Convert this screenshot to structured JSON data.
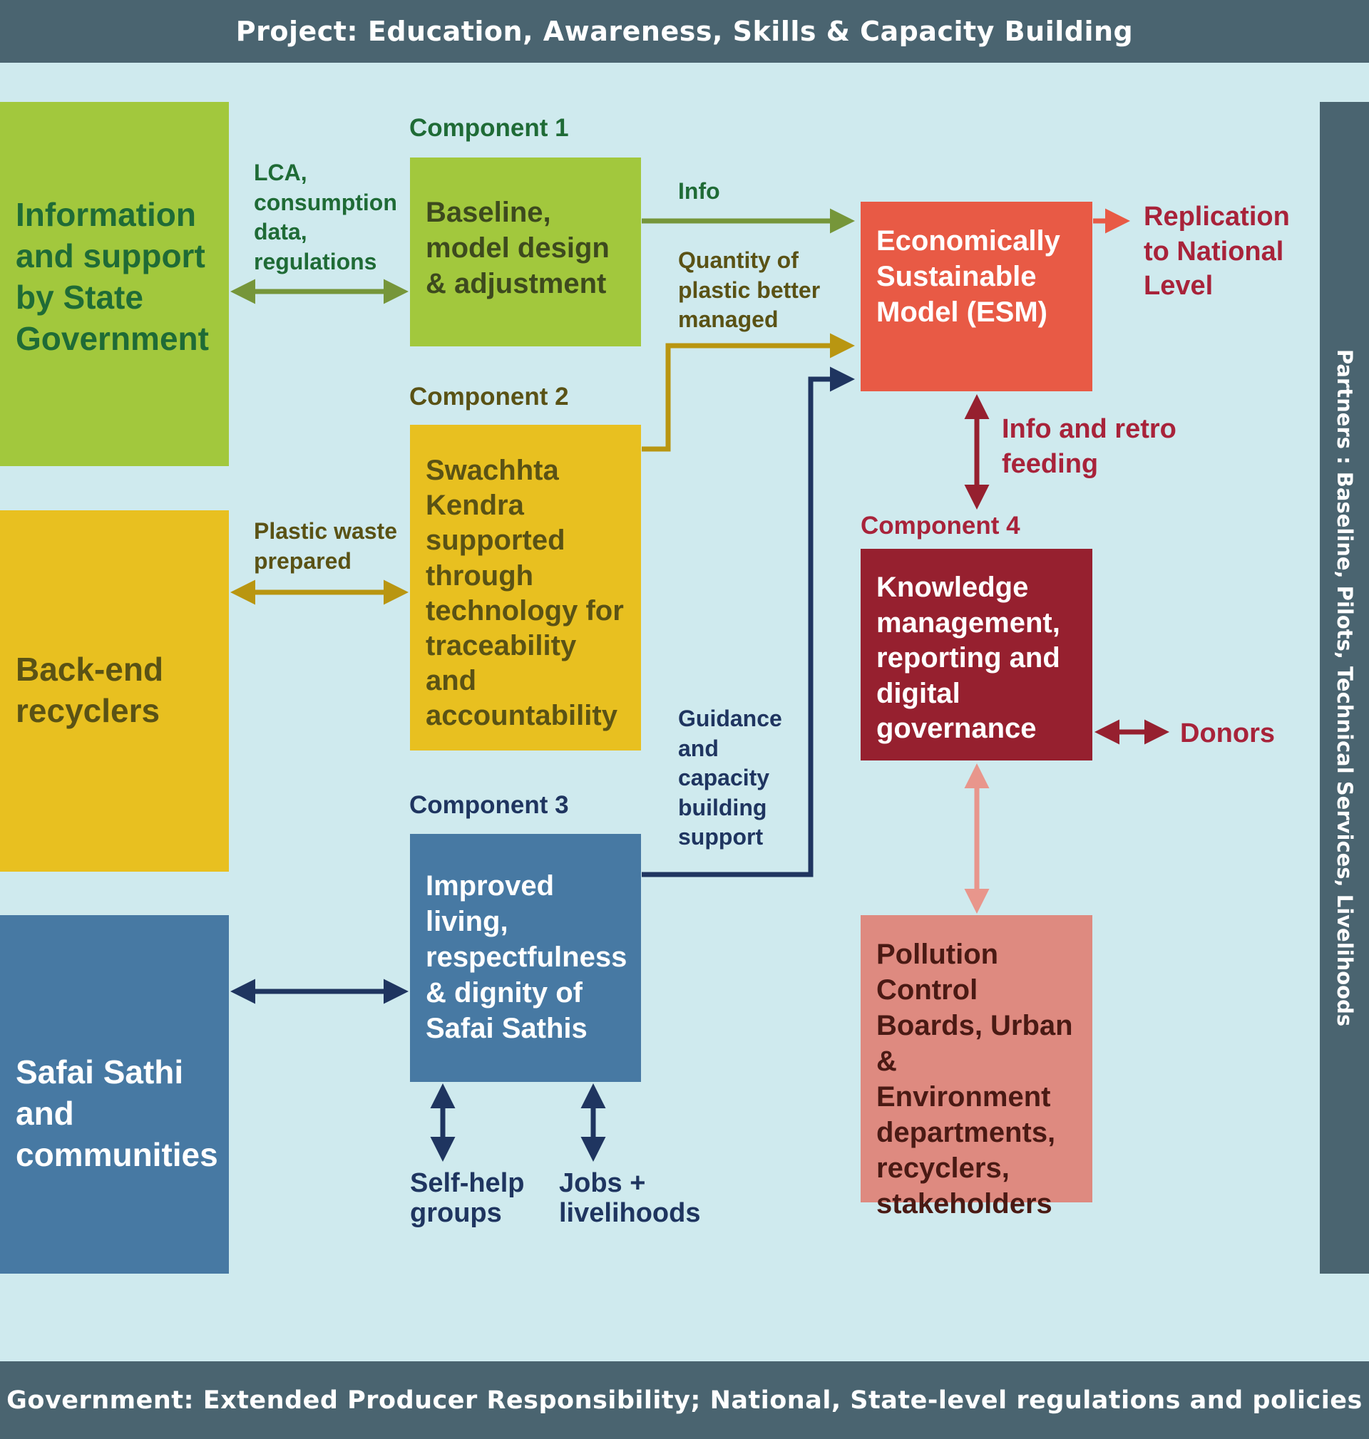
{
  "header": {
    "title": "Project:  Education, Awareness, Skills & Capacity Building"
  },
  "footer": {
    "text": "Government: Extended Producer Responsibility; National, State-level regulations and policies"
  },
  "side_panel": {
    "text": "Partners :  Baseline, Pilots, Technical Services, Livelihoods"
  },
  "left_boxes": {
    "state_government": "Information and support by State Government",
    "recyclers": "Back-end recyclers",
    "communities": "Safai Sathi and communities"
  },
  "components": {
    "c1": {
      "label": "Component 1",
      "text": "Baseline, model design & adjustment"
    },
    "c2": {
      "label": "Component 2",
      "text": "Swachhta Kendra supported through technology for traceability and accountability"
    },
    "c3": {
      "label": "Component 3",
      "text": "Improved living, respectfulness & dignity of Safai Sathis"
    },
    "c4": {
      "label": "Component 4",
      "text": "Knowledge management, reporting and digital governance"
    }
  },
  "esm": {
    "text": "Economically Sustainable Model (ESM)"
  },
  "stakeholders": {
    "text": "Pollution Control Boards, Urban & Environment departments, recyclers, stakeholders"
  },
  "flow_labels": {
    "lca": "LCA, consumption data, regulations",
    "plastic_waste": "Plastic waste prepared",
    "info": "Info",
    "quantity": "Quantity of plastic better managed",
    "guidance": "Guidance and capacity building support",
    "replication": "Replication to National Level",
    "info_retro": "Info and retro feeding",
    "donors": "Donors",
    "self_help": "Self-help groups",
    "jobs": "Jobs + livelihoods"
  },
  "colors": {
    "background": "#cfeaee",
    "band": "#4a6470",
    "green_box": "#a2c83d",
    "yellow_box": "#e8c020",
    "blue_box": "#4779a3",
    "esm_box": "#e85a45",
    "maroon_box": "#96202f",
    "pink_box": "#de8a80",
    "green_text": "#1f6b36",
    "olive_text": "#5a5215",
    "navy_text": "#1f3560",
    "red_text": "#a8233a"
  }
}
